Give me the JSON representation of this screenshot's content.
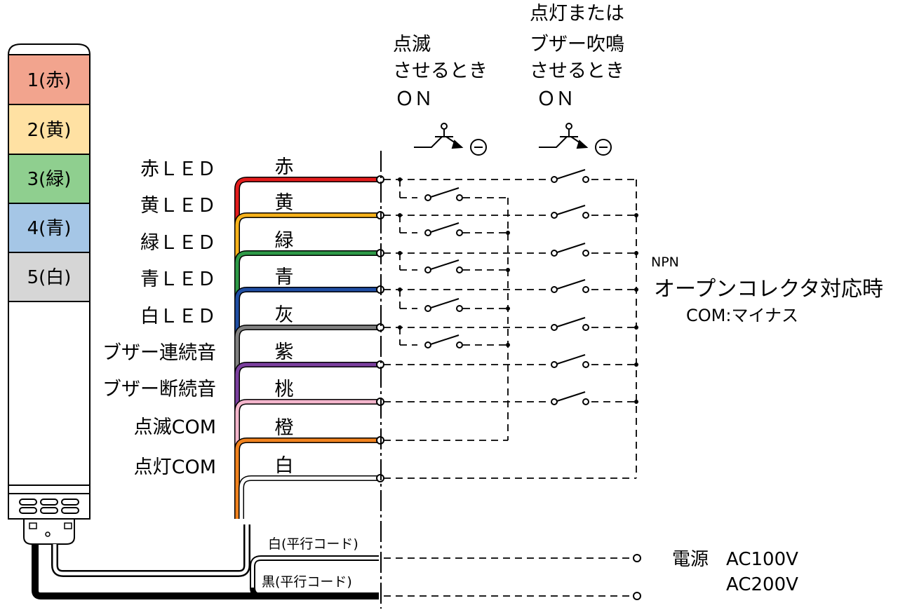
{
  "tower": {
    "tiers": [
      {
        "label": "1(赤)",
        "color": "#f2a48e"
      },
      {
        "label": "2(黄)",
        "color": "#ffe1a3"
      },
      {
        "label": "3(緑)",
        "color": "#8fcf8f"
      },
      {
        "label": "4(青)",
        "color": "#a5c6e6"
      },
      {
        "label": "5(白)",
        "color": "#d6d6d6"
      }
    ]
  },
  "signals": [
    {
      "label": "赤ＬＥＤ",
      "wire": "赤",
      "color": "#e31c1c"
    },
    {
      "label": "黄ＬＥＤ",
      "wire": "黄",
      "color": "#f7b21b"
    },
    {
      "label": "緑ＬＥＤ",
      "wire": "緑",
      "color": "#2e9a47"
    },
    {
      "label": "青ＬＥＤ",
      "wire": "青",
      "color": "#1f4ea3"
    },
    {
      "label": "白ＬＥＤ",
      "wire": "灰",
      "color": "#808080"
    },
    {
      "label": "ブザー連続音",
      "wire": "紫",
      "color": "#7b3f9e"
    },
    {
      "label": "ブザー断続音",
      "wire": "桃",
      "color": "#f4b6cc"
    },
    {
      "label": "点滅COM",
      "wire": "橙",
      "color": "#f0821e"
    },
    {
      "label": "点灯COM",
      "wire": "白",
      "color": "#ffffff"
    }
  ],
  "headers": {
    "blink": [
      "点滅",
      "させるとき",
      "ＯＮ"
    ],
    "light": [
      "点灯または",
      "ブザー吹鳴",
      "させるとき",
      "ＯＮ"
    ]
  },
  "npn_note": {
    "line1": "NPN",
    "line2": "オープンコレクタ対応時",
    "line3": "COM:マイナス"
  },
  "power_cords": {
    "white": "白(平行コード)",
    "black": "黒(平行コード)"
  },
  "power": {
    "label": "電源",
    "v1": "AC100V",
    "v2": "AC200V"
  }
}
